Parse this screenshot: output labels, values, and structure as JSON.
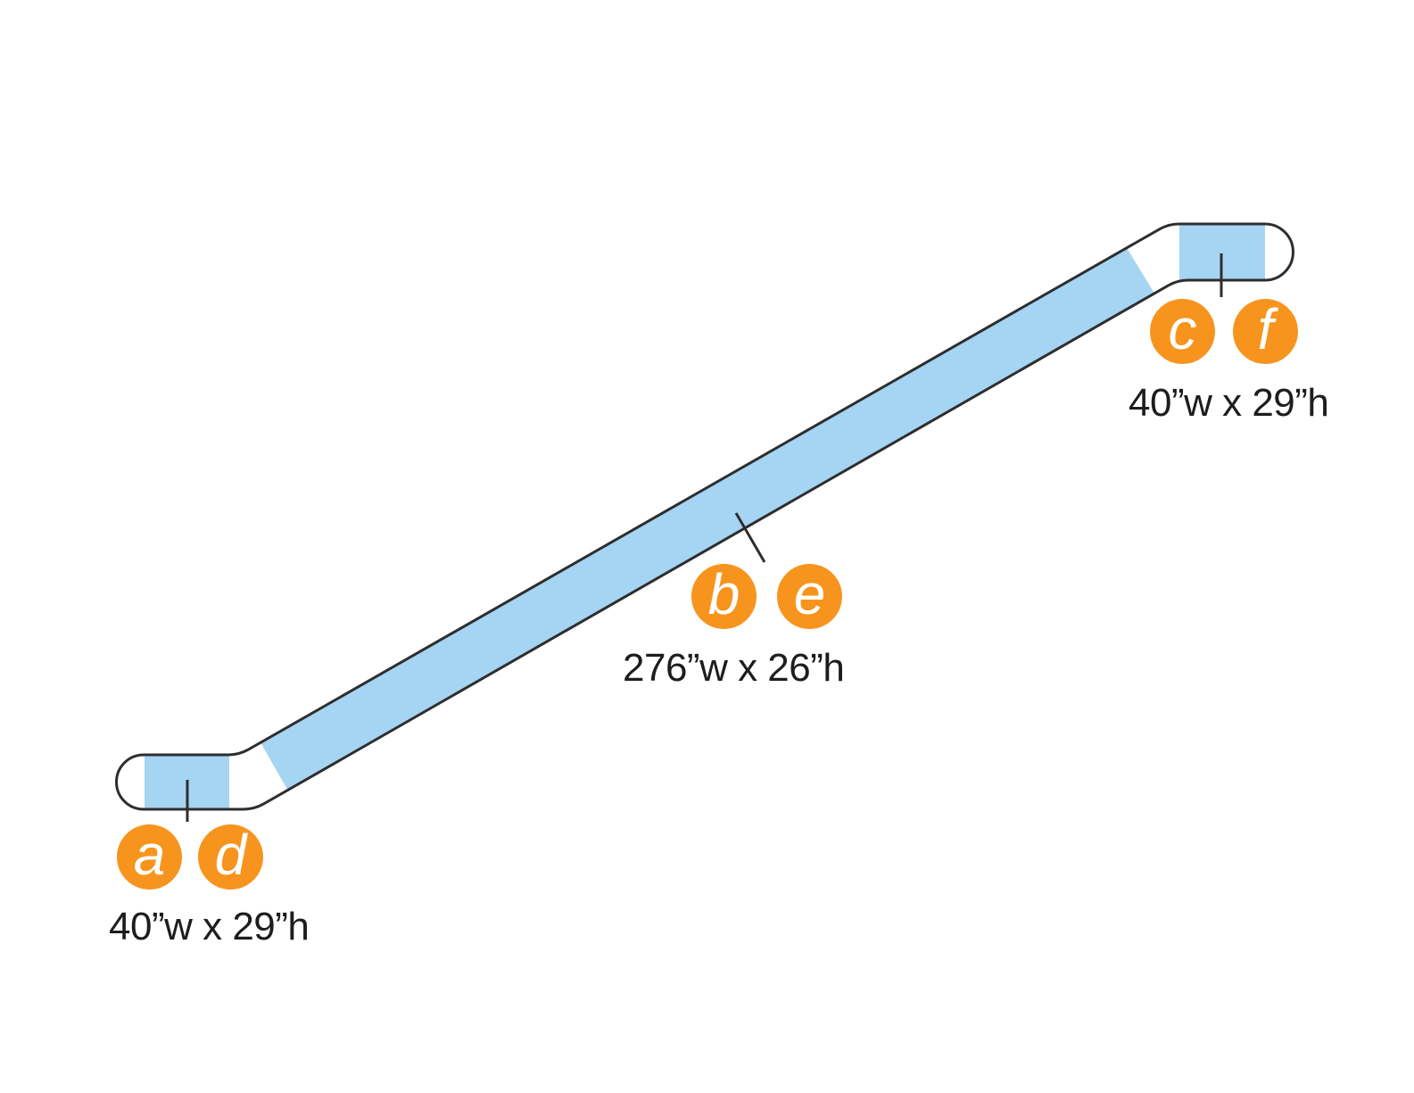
{
  "colors": {
    "orange": "#F7941E",
    "blue": "#A6D5F3",
    "outline": "#2E2E2E",
    "text": "#1D1D1B"
  },
  "sections": {
    "bottom_end_cap": {
      "badge_1": "a",
      "badge_2": "d",
      "dimension": "40”w x 29”h"
    },
    "run": {
      "badge_1": "b",
      "badge_2": "e",
      "dimension": "276”w x 26”h"
    },
    "top_end_cap": {
      "badge_1": "c",
      "badge_2": "f",
      "dimension": "40”w x 29”h"
    }
  }
}
